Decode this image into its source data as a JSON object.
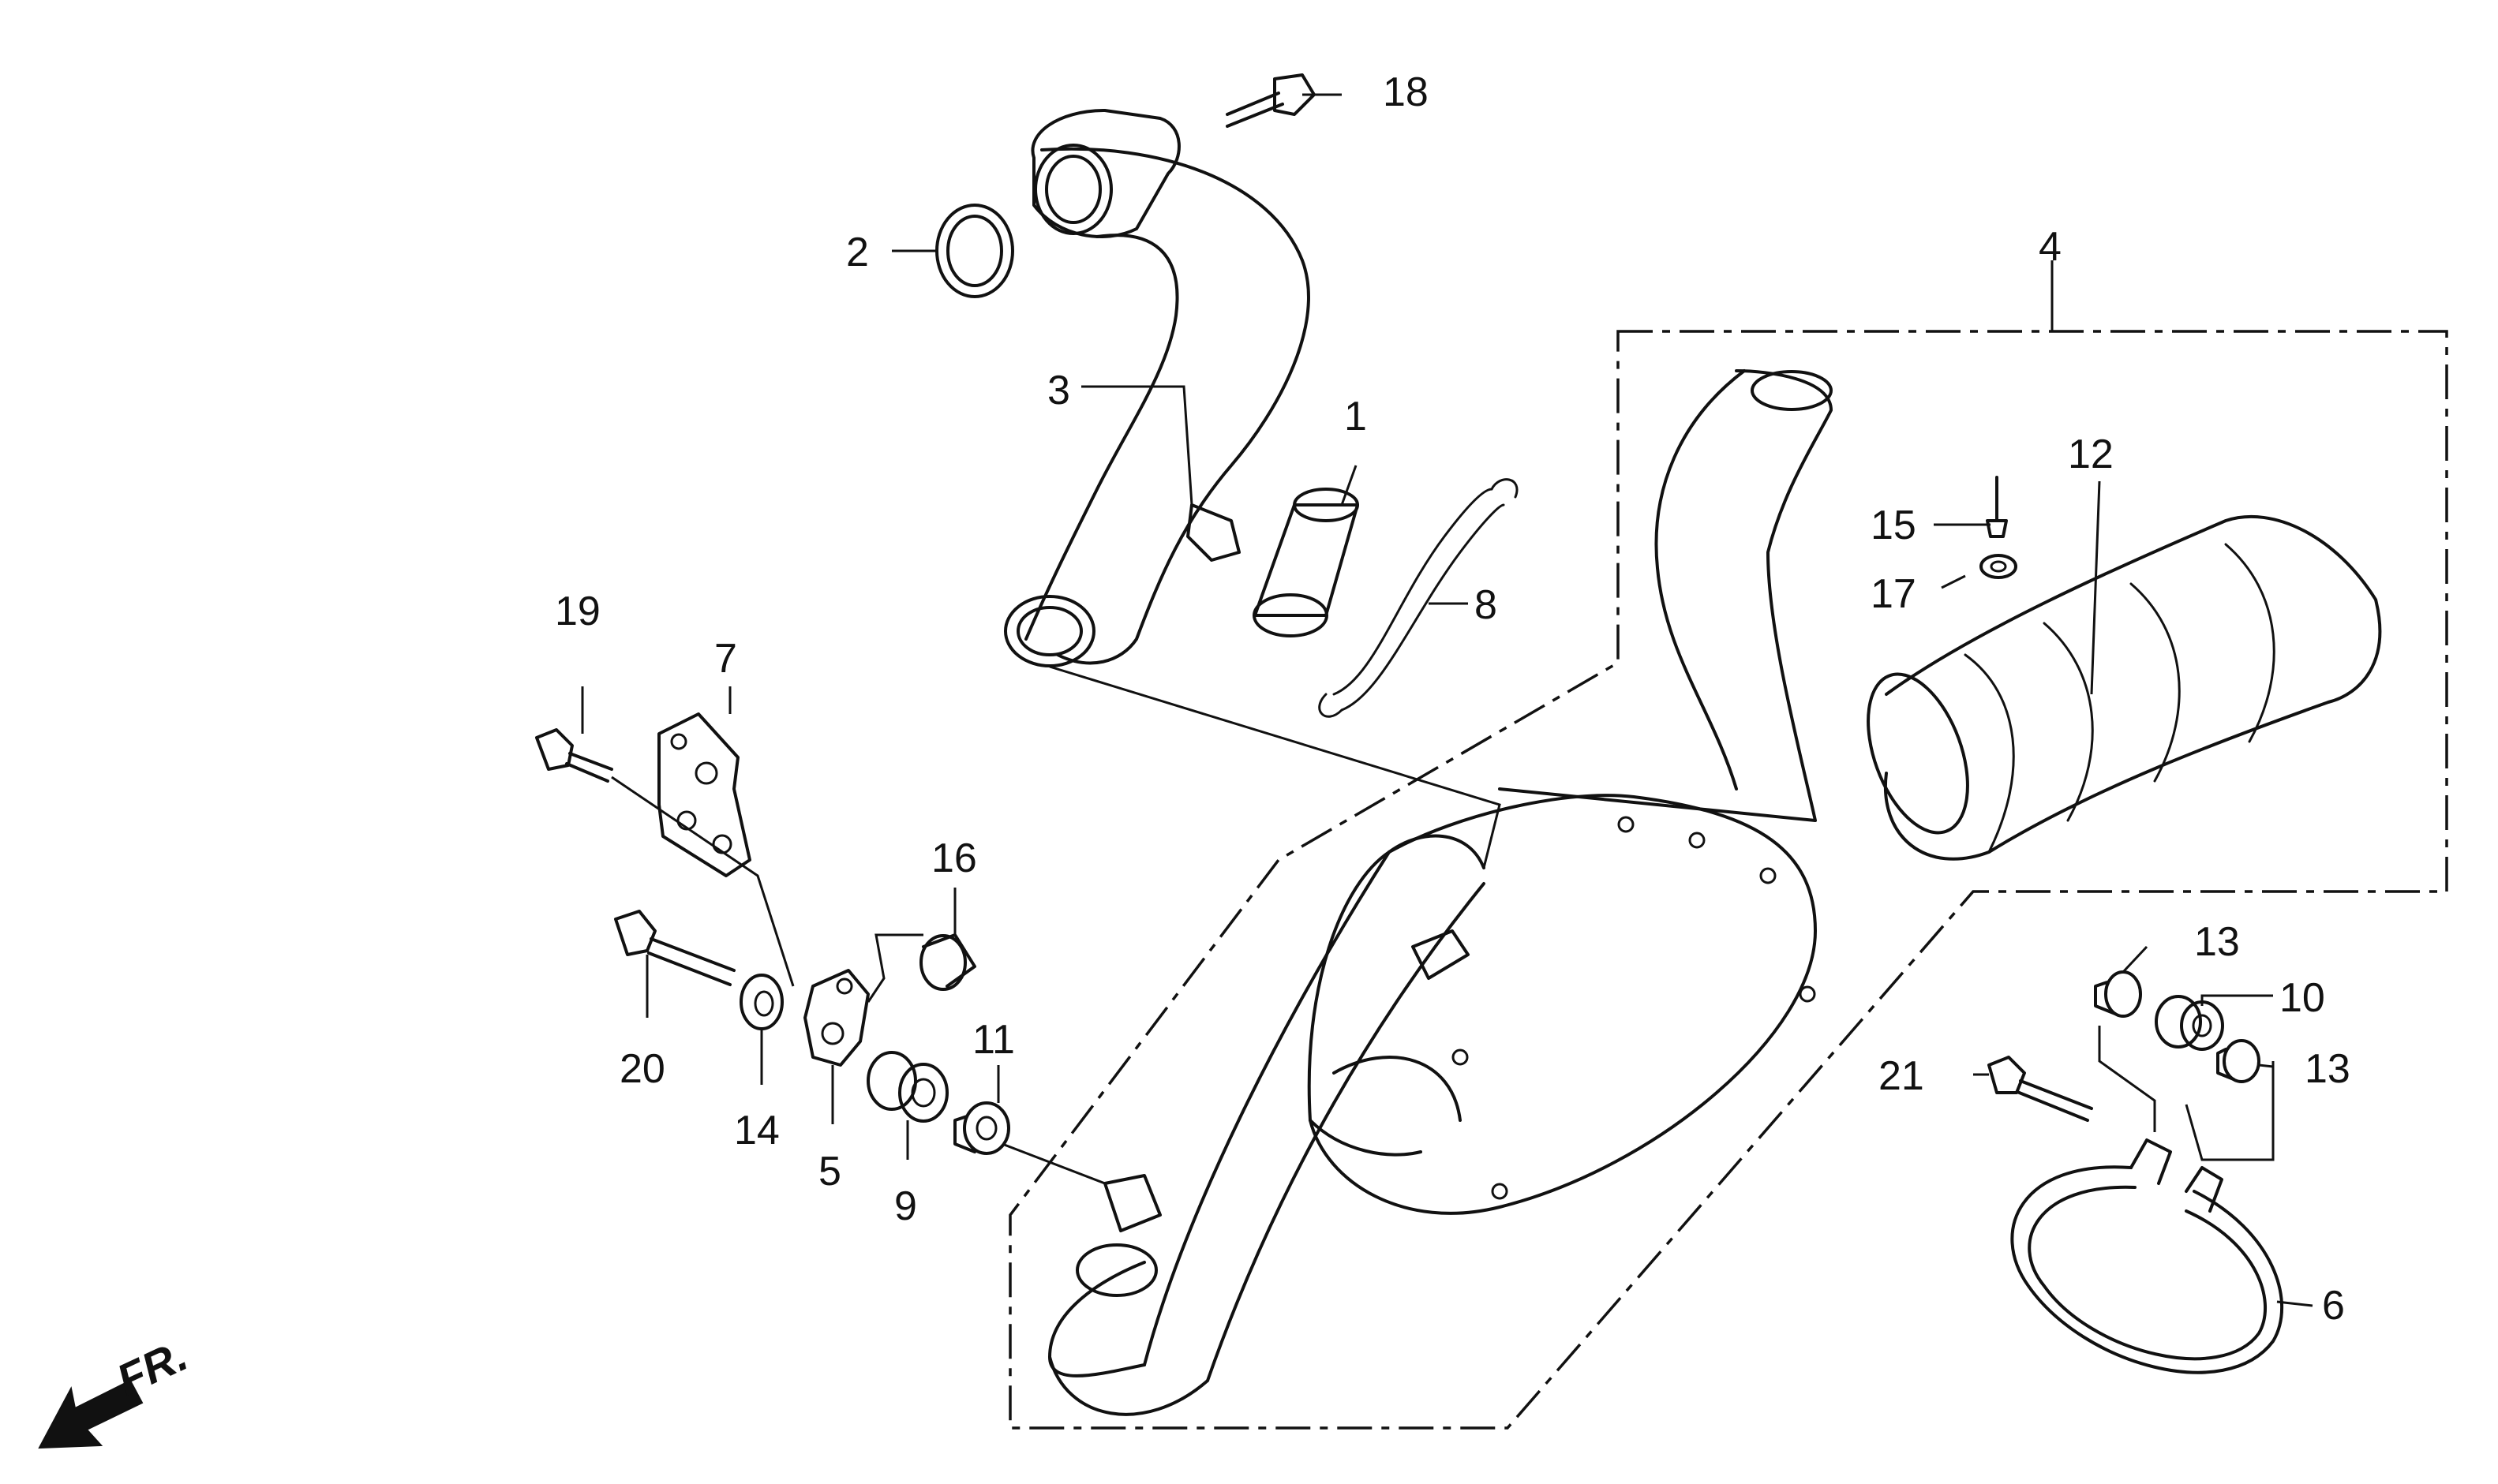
{
  "callouts": {
    "c1": "1",
    "c2": "2",
    "c3": "3",
    "c4": "4",
    "c5": "5",
    "c6": "6",
    "c7": "7",
    "c8": "8",
    "c9": "9",
    "c10": "10",
    "c11": "11",
    "c12": "12",
    "c13a": "13",
    "c13b": "13",
    "c14": "14",
    "c15": "15",
    "c16": "16",
    "c17": "17",
    "c18": "18",
    "c19": "19",
    "c20": "20",
    "c21": "21"
  },
  "direction_indicator": {
    "text": "FR.",
    "icon": "front-direction-arrow-icon"
  }
}
